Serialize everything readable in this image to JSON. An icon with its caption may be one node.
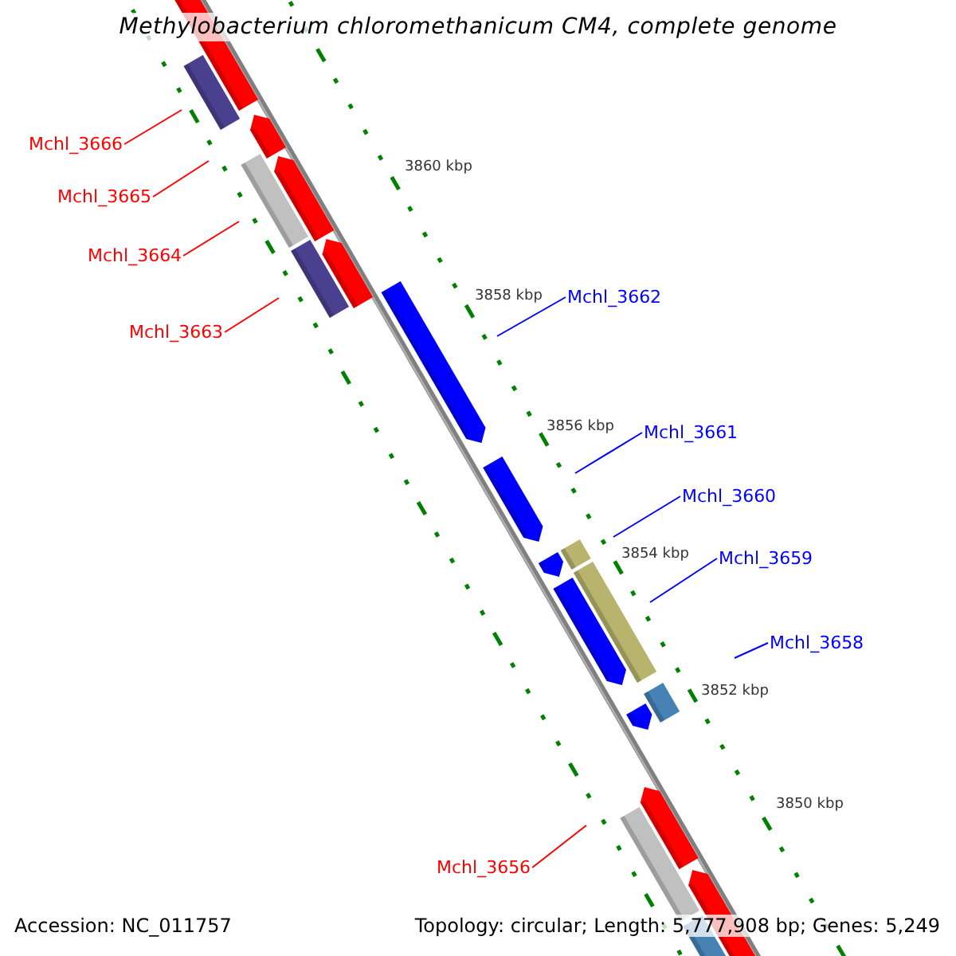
{
  "diagram": {
    "title": "Methylobacterium chloromethanicum CM4, complete genome",
    "nodes": [
      {
        "text": [
          "Mchl_3666"
        ]
      },
      {
        "text": [
          "Mchl_3665"
        ]
      },
      {
        "text": [
          "Mchl_3664"
        ]
      },
      {
        "text": [
          "Mchl_3662"
        ]
      },
      {
        "text": [
          "Mchl_3663"
        ]
      },
      {
        "text": [
          "Mchl_3661"
        ]
      },
      {
        "text": [
          "Mchl_3660"
        ]
      },
      {
        "text": [
          "Mchl_3659"
        ]
      },
      {
        "text": [
          "Mchl_3658"
        ]
      },
      {
        "text": [
          "Mchl_3656"
        ]
      }
    ],
    "edges": [
      {
        "from": 0,
        "to": null,
        "arrow": "none"
      },
      {
        "from": 1,
        "to": null,
        "arrow": "none"
      },
      {
        "from": 2,
        "to": null,
        "arrow": "none"
      },
      {
        "from": 3,
        "to": null,
        "arrow": "none",
        "color": "#0000ff"
      },
      {
        "from": 4,
        "to": null,
        "arrow": "none"
      },
      {
        "from": 5,
        "to": null,
        "arrow": "none",
        "color": "#0000ff"
      },
      {
        "from": 6,
        "to": null,
        "arrow": "none",
        "color": "#0000ff"
      },
      {
        "from": 7,
        "to": null,
        "arrow": "none",
        "color": "#0000ff"
      },
      {
        "from": 8,
        "to": null,
        "arrow": "none",
        "color": "#0000ff"
      },
      {
        "from": 9,
        "to": null,
        "arrow": "none"
      }
    ],
    "labels": [
      "3860 kbp",
      "3858 kbp",
      "3856 kbp",
      "3854 kbp",
      "3852 kbp",
      "3850 kbp",
      "Accession: NC_011757",
      "Topology: circular; Length: 5,777,908 bp; Genes: 5,249"
    ]
  }
}
